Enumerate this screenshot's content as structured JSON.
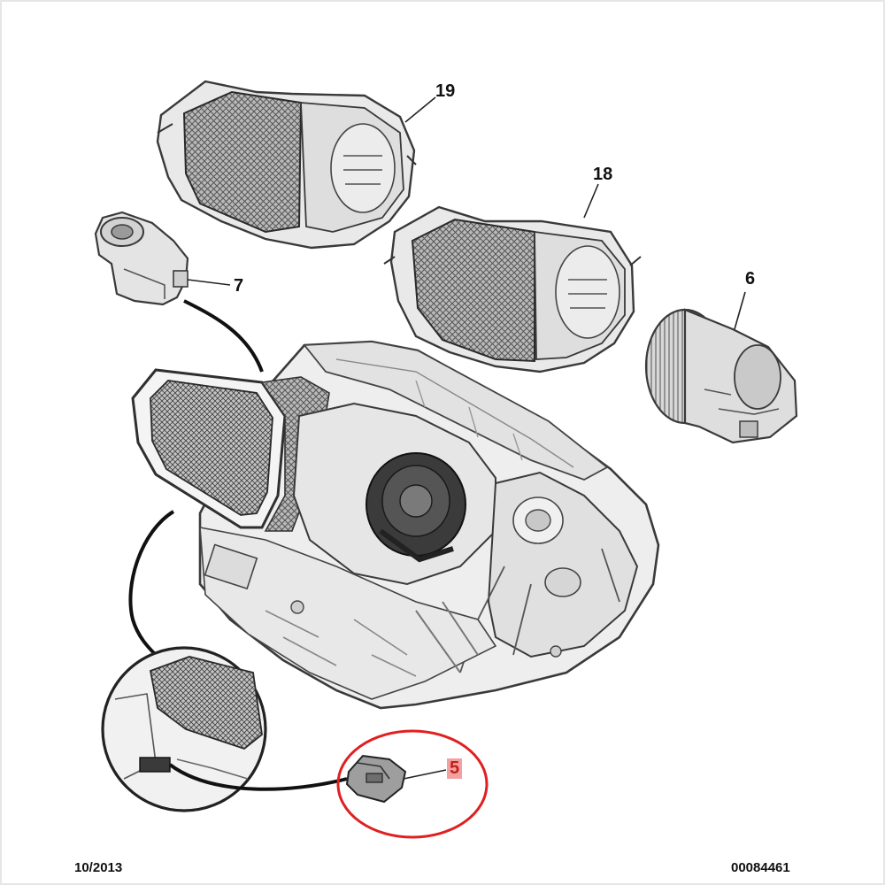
{
  "callouts": {
    "c19": "19",
    "c18": "18",
    "c7": "7",
    "c6": "6",
    "c5": "5"
  },
  "footer": {
    "date": "10/2013",
    "ref": "00084461"
  },
  "highlight": {
    "part": "5",
    "ring_color": "#e02020",
    "label_bg": "#f2a0a0",
    "label_color": "#c0201a"
  },
  "icons": [
    "hvac-unit-illustration",
    "recirculation-filter-19",
    "filter-18",
    "actuator-7",
    "blower-motor-6",
    "resistor-5"
  ]
}
